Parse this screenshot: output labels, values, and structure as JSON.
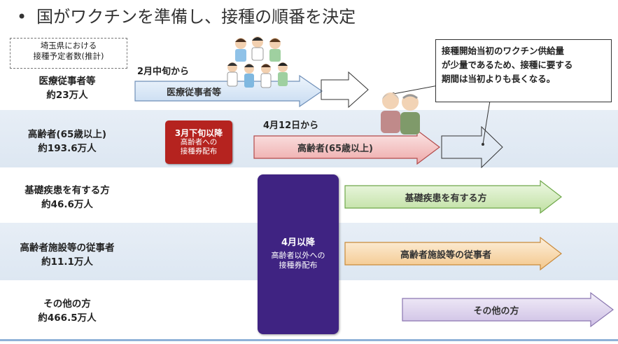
{
  "title": "国がワクチンを準備し、接種の順番を決定",
  "bullet": "•",
  "legend": {
    "line1": "埼玉県における",
    "line2": "接種予定者数(推計)"
  },
  "groups": [
    {
      "name": "医療従事者等",
      "count": "約23万人"
    },
    {
      "name": "高齢者(65歳以上)",
      "count": "約193.6万人"
    },
    {
      "name": "基礎疾患を有する方",
      "count": "約46.6万人"
    },
    {
      "name": "高齢者施設等の従事者",
      "count": "約11.1万人"
    },
    {
      "name": "その他の方",
      "count": "約466.5万人"
    }
  ],
  "phases": {
    "medical_start": "2月中旬から",
    "elderly_start": "4月12日から"
  },
  "arrows": {
    "medical": "医療従事者等",
    "elderly": "高齢者(65歳以上)",
    "underlying": "基礎疾患を有する方",
    "facility": "高齢者施設等の従事者",
    "others": "その他の方"
  },
  "red_box": {
    "heading": "3月下旬以降",
    "line1": "高齢者への",
    "line2": "接種券配布"
  },
  "purple_box": {
    "heading": "4月以降",
    "line1": "高齢者以外への",
    "line2": "接種券配布"
  },
  "callout": {
    "line1": "接種開始当初のワクチン供給量",
    "line2": "が少量であるため、接種に要する",
    "line3": "期間は当初よりも長くなる。"
  },
  "colors": {
    "medical_arrow": "#d7e6f6",
    "elderly_arrow": "#f6c8c8",
    "underlying_arrow": "#d3ecc0",
    "facility_arrow": "#f8dcb4",
    "others_arrow": "#ddd3ec",
    "red_box": "#b5231f",
    "purple_box": "#3f2382"
  }
}
